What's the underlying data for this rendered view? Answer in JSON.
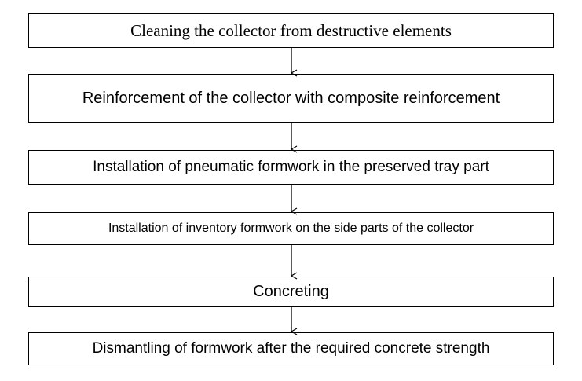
{
  "diagram": {
    "steps": [
      "Cleaning the collector from destructive elements",
      "Reinforcement of the collector with composite reinforcement",
      "Installation of pneumatic formwork in the preserved tray part",
      "Installation of inventory formwork on the side parts of the collector",
      "Concreting",
      "Dismantling of formwork after the required concrete strength"
    ]
  }
}
